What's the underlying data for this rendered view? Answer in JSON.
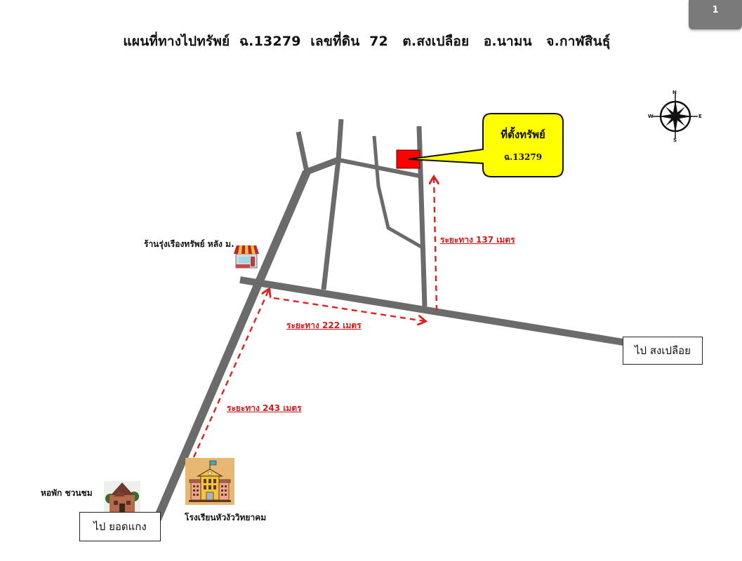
{
  "page": {
    "number": "1"
  },
  "title": "แผนที่ทางไปทรัพย์  ฉ.13279  เลขที่ดิน  72   ต.สงเปลือย   อ.นามน   จ.กาฬสินธุ์",
  "callout": {
    "line1": "ที่ตั้งทรัพย์",
    "line2": "ฉ.13279",
    "fill": "#ffff00",
    "marker_color": "#ff0000"
  },
  "compass": {
    "n": "N",
    "s": "S",
    "e": "E",
    "w": "W"
  },
  "landmarks": {
    "shop": "ร้านรุ่งเรืองทรัพย์ หลัง ม.",
    "dorm": "หอพัก ชวนชม",
    "school": "โรงเรียนหัวงัววิทยาคม"
  },
  "distances": {
    "leg1": "ระยะทาง 243 เมตร",
    "leg2": "ระยะทาง 222 เมตร",
    "leg3": "ระยะทาง 137 เมตร",
    "color": "#d11a1a"
  },
  "destinations": {
    "east": "ไป สงเปลือย",
    "south": "ไป ยอดแกง"
  },
  "colors": {
    "road": "#6b6b6b",
    "route": "#e02020"
  }
}
